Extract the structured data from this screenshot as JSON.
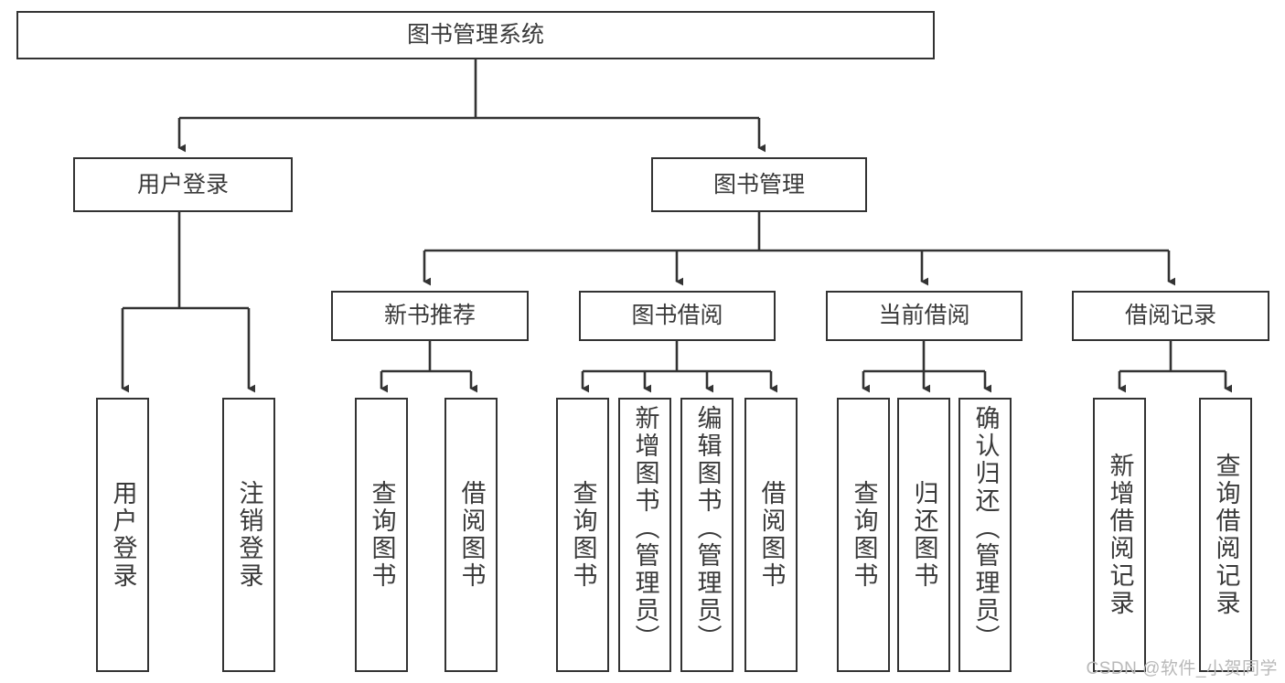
{
  "diagram": {
    "title": "图书管理系统",
    "root": {
      "label": "图书管理系统"
    },
    "level2": [
      {
        "label": "用户登录"
      },
      {
        "label": "图书管理"
      }
    ],
    "level3": [
      {
        "label": "新书推荐"
      },
      {
        "label": "图书借阅"
      },
      {
        "label": "当前借阅"
      },
      {
        "label": "借阅记录"
      }
    ],
    "leaves": [
      {
        "label": "用户登录"
      },
      {
        "label": "注销登录"
      },
      {
        "label": "查询图书"
      },
      {
        "label": "借阅图书"
      },
      {
        "label": "查询图书"
      },
      {
        "label": "新增图书（管理员）"
      },
      {
        "label": "编辑图书（管理员）"
      },
      {
        "label": "借阅图书"
      },
      {
        "label": "查询图书"
      },
      {
        "label": "归还图书"
      },
      {
        "label": "确认归还（管理员）"
      },
      {
        "label": "新增借阅记录"
      },
      {
        "label": "查询借阅记录"
      }
    ]
  },
  "watermark": {
    "text": "CSDN @软件_小贺同学"
  },
  "colors": {
    "stroke": "#333333",
    "text": "#3a3a3a",
    "background": "#ffffff",
    "watermark": "#b9b9b9"
  }
}
